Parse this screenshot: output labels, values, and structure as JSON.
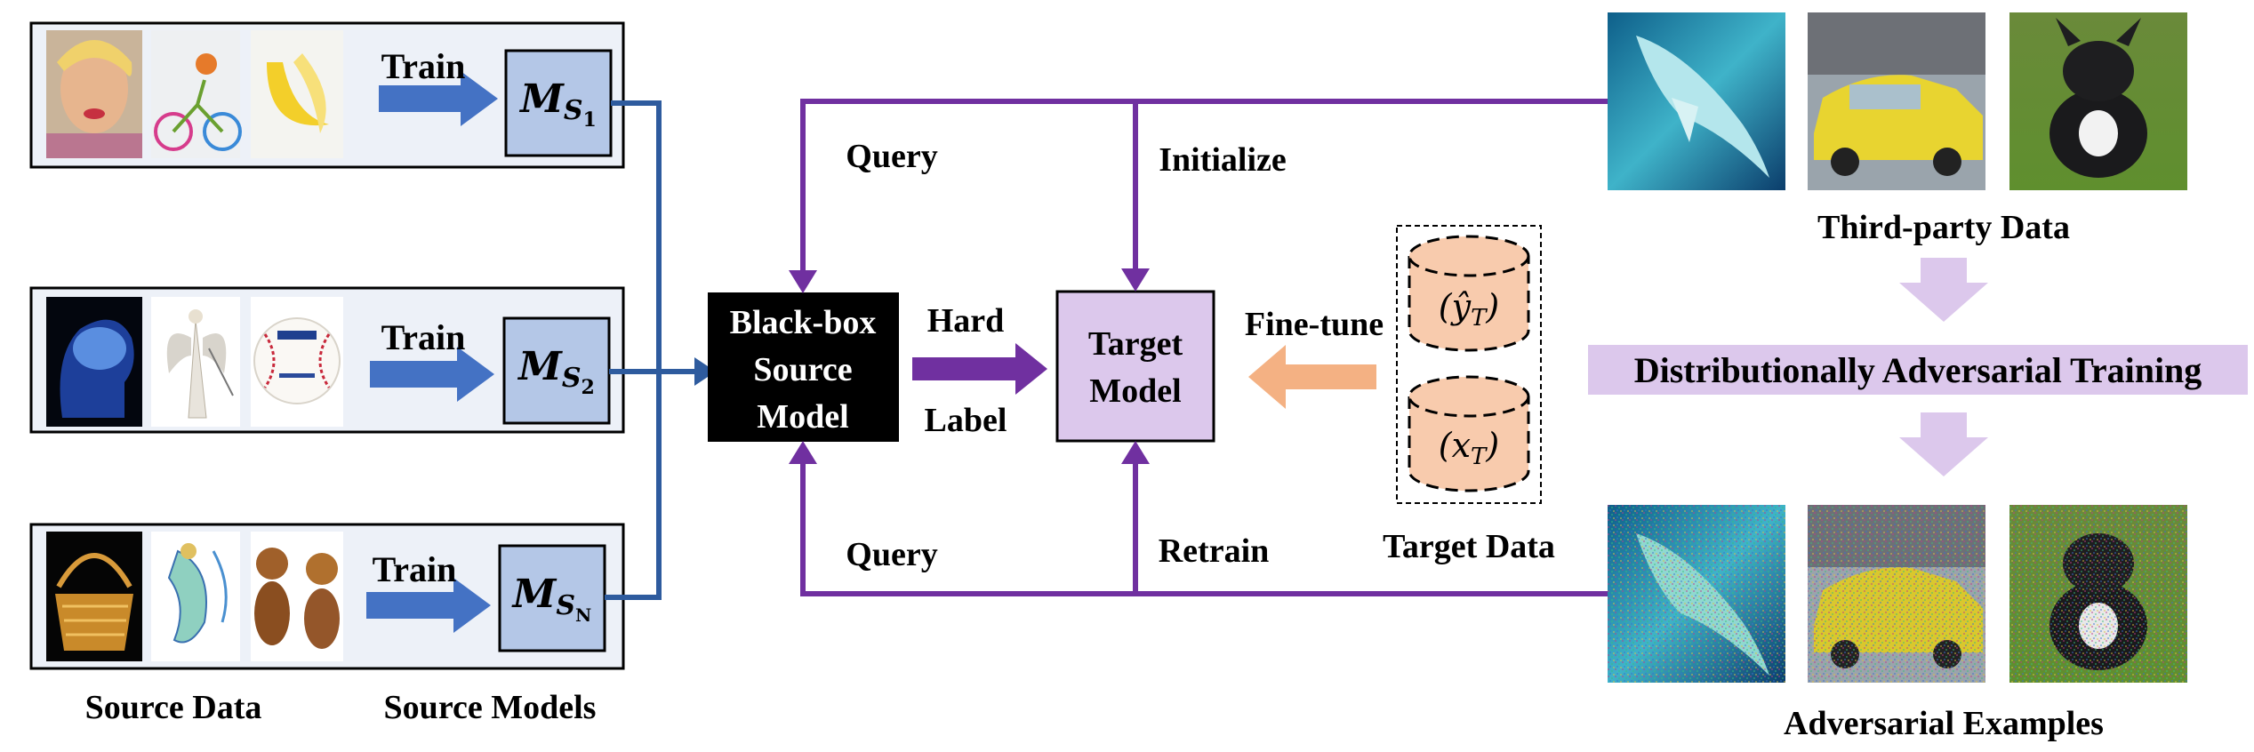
{
  "source_rows": [
    {
      "train_label": "Train",
      "model_base": "M",
      "model_sub": "S",
      "model_subsub": "1"
    },
    {
      "train_label": "Train",
      "model_base": "M",
      "model_sub": "S",
      "model_subsub": "2"
    },
    {
      "train_label": "Train",
      "model_base": "M",
      "model_sub": "S",
      "model_subsub": "N"
    }
  ],
  "captions": {
    "source_data": "Source Data",
    "source_models": "Source Models",
    "third_party_data": "Third-party Data",
    "adversarial_examples": "Adversarial Examples",
    "target_data": "Target Data"
  },
  "blackbox": {
    "line1": "Black-box",
    "line2": "Source",
    "line3": "Model"
  },
  "target_model": {
    "line1": "Target",
    "line2": "Model"
  },
  "edges": {
    "query_top": "Query",
    "query_bottom": "Query",
    "initialize": "Initialize",
    "retrain": "Retrain",
    "hard": "Hard",
    "label": "Label",
    "fine_tune": "Fine-tune"
  },
  "dat_label": "Distributionally Adversarial Training",
  "cylinders": {
    "top": "(ŷ",
    "top_sub": "T",
    "bottom": "(x",
    "bottom_sub": "T",
    "close": ")"
  },
  "colors": {
    "blue": "#3a5ea8",
    "purple": "#7030a0",
    "orange": "#f4b183",
    "lilac": "#dcc8ec",
    "model_box": "#b4c7e7"
  }
}
